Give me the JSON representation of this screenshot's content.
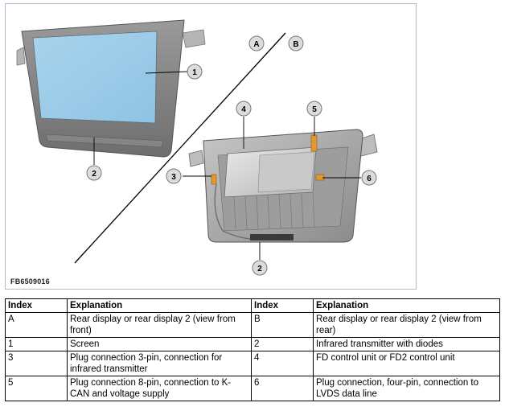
{
  "figure": {
    "code": "FB6509016",
    "side_labels": {
      "a": "A",
      "b": "B"
    },
    "callouts": {
      "screen": "1",
      "infrared_front": "2",
      "infrared_rear": "2",
      "plug_3pin": "3",
      "control_unit": "4",
      "plug_8pin": "5",
      "plug_4pin": "6"
    }
  },
  "table": {
    "headers": [
      "Index",
      "Explanation",
      "Index",
      "Explanation"
    ],
    "rows": [
      {
        "idx1": "A",
        "exp1": "Rear display or rear display 2 (view from front)",
        "idx2": "B",
        "exp2": "Rear display or rear display 2 (view from rear)"
      },
      {
        "idx1": "1",
        "exp1": "Screen",
        "idx2": "2",
        "exp2": "Infrared transmitter with diodes"
      },
      {
        "idx1": "3",
        "exp1": "Plug connection 3-pin, connection for infrared transmitter",
        "idx2": "4",
        "exp2": "FD control unit or FD2 control unit"
      },
      {
        "idx1": "5",
        "exp1": "Plug connection 8-pin, connection to K-CAN and voltage supply",
        "idx2": "6",
        "exp2": "Plug connection, four-pin, connection to LVDS data line"
      }
    ]
  }
}
